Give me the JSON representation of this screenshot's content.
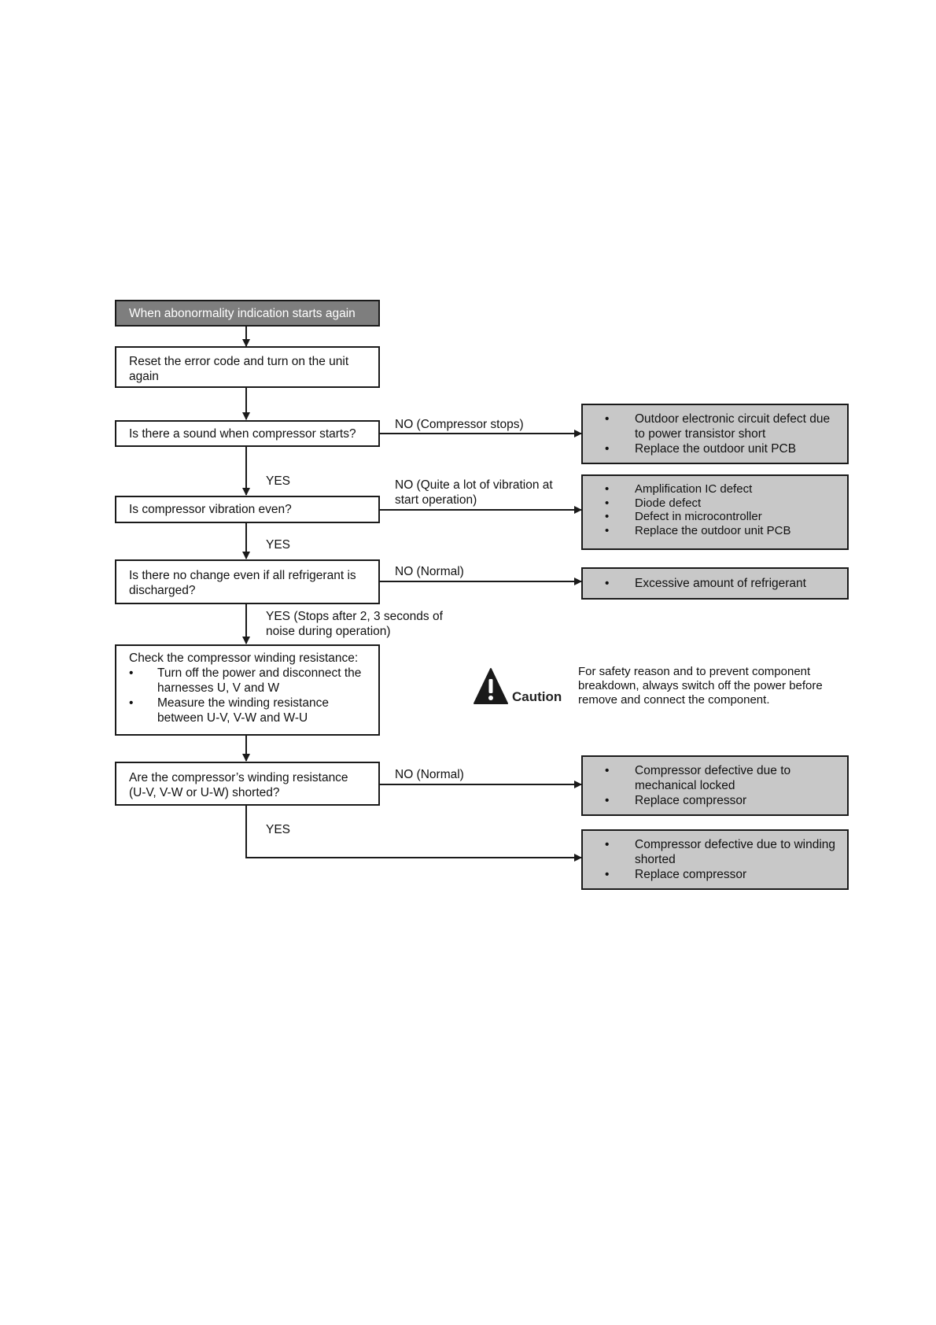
{
  "start": "When abonormality indication starts again",
  "steps": {
    "reset": "Reset the error code and turn on the unit again",
    "q_sound": "Is there a sound when compressor starts?",
    "q_vibration": "Is compressor vibration even?",
    "q_refrigerant": "Is there no change even if all refrigerant is discharged?",
    "check_winding": {
      "heading": "Check the compressor winding resistance:",
      "items": [
        "Turn off the power and disconnect the harnesses U, V and W",
        "Measure the winding resistance between U-V, V-W and W-U"
      ]
    },
    "q_shorted": "Are the compressor’s winding resistance (U-V, V-W or U-W) shorted?"
  },
  "labels": {
    "no_compressor_stops": "NO (Compressor stops)",
    "yes_1": "YES",
    "no_vibration": "NO (Quite a lot of vibration at start operation)",
    "yes_2": "YES",
    "no_normal_1": "NO (Normal)",
    "yes_stops": "YES (Stops after 2, 3 seconds of noise during operation)",
    "no_normal_2": "NO (Normal)",
    "yes_3": "YES"
  },
  "results": {
    "r1": [
      "Outdoor electronic circuit defect due to power transistor short",
      "Replace the outdoor unit PCB"
    ],
    "r2": [
      "Amplification IC defect",
      "Diode defect",
      "Defect in microcontroller",
      "Replace the outdoor unit PCB"
    ],
    "r3": [
      "Excessive amount of refrigerant"
    ],
    "r4": [
      "Compressor defective due to mechanical locked",
      "Replace compressor"
    ],
    "r5": [
      "Compressor defective due to winding shorted",
      "Replace compressor"
    ]
  },
  "caution": {
    "word": "Caution",
    "text": "For safety reason and to prevent component breakdown, always switch off the power before remove and connect the component.",
    "icon": "warning-triangle-icon"
  },
  "colors": {
    "title_fill": "#7e7e7e",
    "result_fill": "#c8c8c8",
    "line": "#1a1a1a"
  }
}
